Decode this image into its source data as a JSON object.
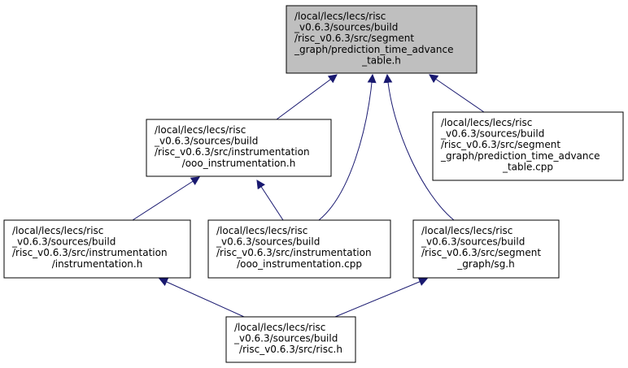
{
  "colors": {
    "edge": "#191970",
    "highlight_fill": "#bfbfbf",
    "node_fill": "#ffffff",
    "node_border": "#000000"
  },
  "nodes": [
    {
      "id": "prediction_time_advance_table_h",
      "highlighted": true,
      "lines": [
        "/local/lecs/lecs/risc",
        "_v0.6.3/sources/build",
        "/risc_v0.6.3/src/segment",
        "_graph/prediction_time_advance",
        "_table.h"
      ]
    },
    {
      "id": "ooo_instrumentation_h",
      "highlighted": false,
      "lines": [
        "/local/lecs/lecs/risc",
        "_v0.6.3/sources/build",
        "/risc_v0.6.3/src/instrumentation",
        "/ooo_instrumentation.h"
      ]
    },
    {
      "id": "prediction_time_advance_table_cpp",
      "highlighted": false,
      "lines": [
        "/local/lecs/lecs/risc",
        "_v0.6.3/sources/build",
        "/risc_v0.6.3/src/segment",
        "_graph/prediction_time_advance",
        "_table.cpp"
      ]
    },
    {
      "id": "instrumentation_h",
      "highlighted": false,
      "lines": [
        "/local/lecs/lecs/risc",
        "_v0.6.3/sources/build",
        "/risc_v0.6.3/src/instrumentation",
        "/instrumentation.h"
      ]
    },
    {
      "id": "ooo_instrumentation_cpp",
      "highlighted": false,
      "lines": [
        "/local/lecs/lecs/risc",
        "_v0.6.3/sources/build",
        "/risc_v0.6.3/src/instrumentation",
        "/ooo_instrumentation.cpp"
      ]
    },
    {
      "id": "sg_h",
      "highlighted": false,
      "lines": [
        "/local/lecs/lecs/risc",
        "_v0.6.3/sources/build",
        "/risc_v0.6.3/src/segment",
        "_graph/sg.h"
      ]
    },
    {
      "id": "risc_h",
      "highlighted": false,
      "lines": [
        "/local/lecs/lecs/risc",
        "_v0.6.3/sources/build",
        "/risc_v0.6.3/src/risc.h"
      ]
    }
  ],
  "edges": [
    {
      "from": "ooo_instrumentation_h",
      "to": "prediction_time_advance_table_h"
    },
    {
      "from": "ooo_instrumentation_cpp",
      "to": "prediction_time_advance_table_h"
    },
    {
      "from": "sg_h",
      "to": "prediction_time_advance_table_h"
    },
    {
      "from": "prediction_time_advance_table_cpp",
      "to": "prediction_time_advance_table_h"
    },
    {
      "from": "instrumentation_h",
      "to": "ooo_instrumentation_h"
    },
    {
      "from": "ooo_instrumentation_cpp",
      "to": "ooo_instrumentation_h"
    },
    {
      "from": "risc_h",
      "to": "instrumentation_h"
    },
    {
      "from": "risc_h",
      "to": "sg_h"
    }
  ]
}
